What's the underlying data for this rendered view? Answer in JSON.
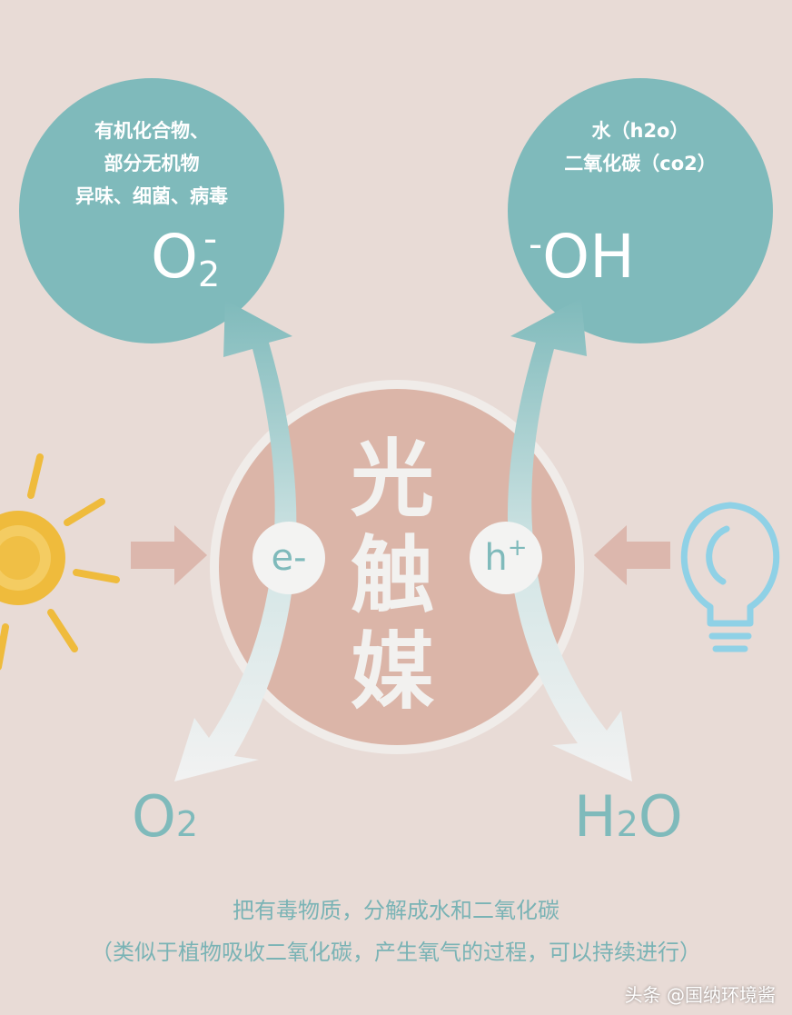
{
  "colors": {
    "background": "#e8dbd6",
    "teal": "#7fbabb",
    "core": "#dbb5a8",
    "sun": "#efbb3c",
    "bulb": "#8fd1e6",
    "arrow_pink": "#dcb7ad",
    "text_teal": "#7ab3b5"
  },
  "left_bubble": {
    "lines": [
      "有机化合物、",
      "部分无机物",
      "异味、细菌、病毒"
    ],
    "ion": "O",
    "ion_sub": "2",
    "ion_sup": "-"
  },
  "right_bubble": {
    "lines": [
      "水（h2o）",
      "二氧化碳（co2）"
    ],
    "ion": "OH",
    "ion_sup": "-"
  },
  "center": {
    "chars": [
      "光",
      "触",
      "媒"
    ]
  },
  "charges": {
    "electron": "e-",
    "hole": "h",
    "hole_sup": "+"
  },
  "products": {
    "left": "O",
    "left_sub": "2",
    "right": "H",
    "right_sub": "2",
    "right_tail": "O"
  },
  "icons": {
    "left": "sun-icon",
    "right": "light-bulb-icon"
  },
  "caption": {
    "line1": "把有毒物质，分解成水和二氧化碳",
    "line2": "（类似于植物吸收二氧化碳，产生氧气的过程，可以持续进行）"
  },
  "watermark": "头条 @国纳环境酱"
}
